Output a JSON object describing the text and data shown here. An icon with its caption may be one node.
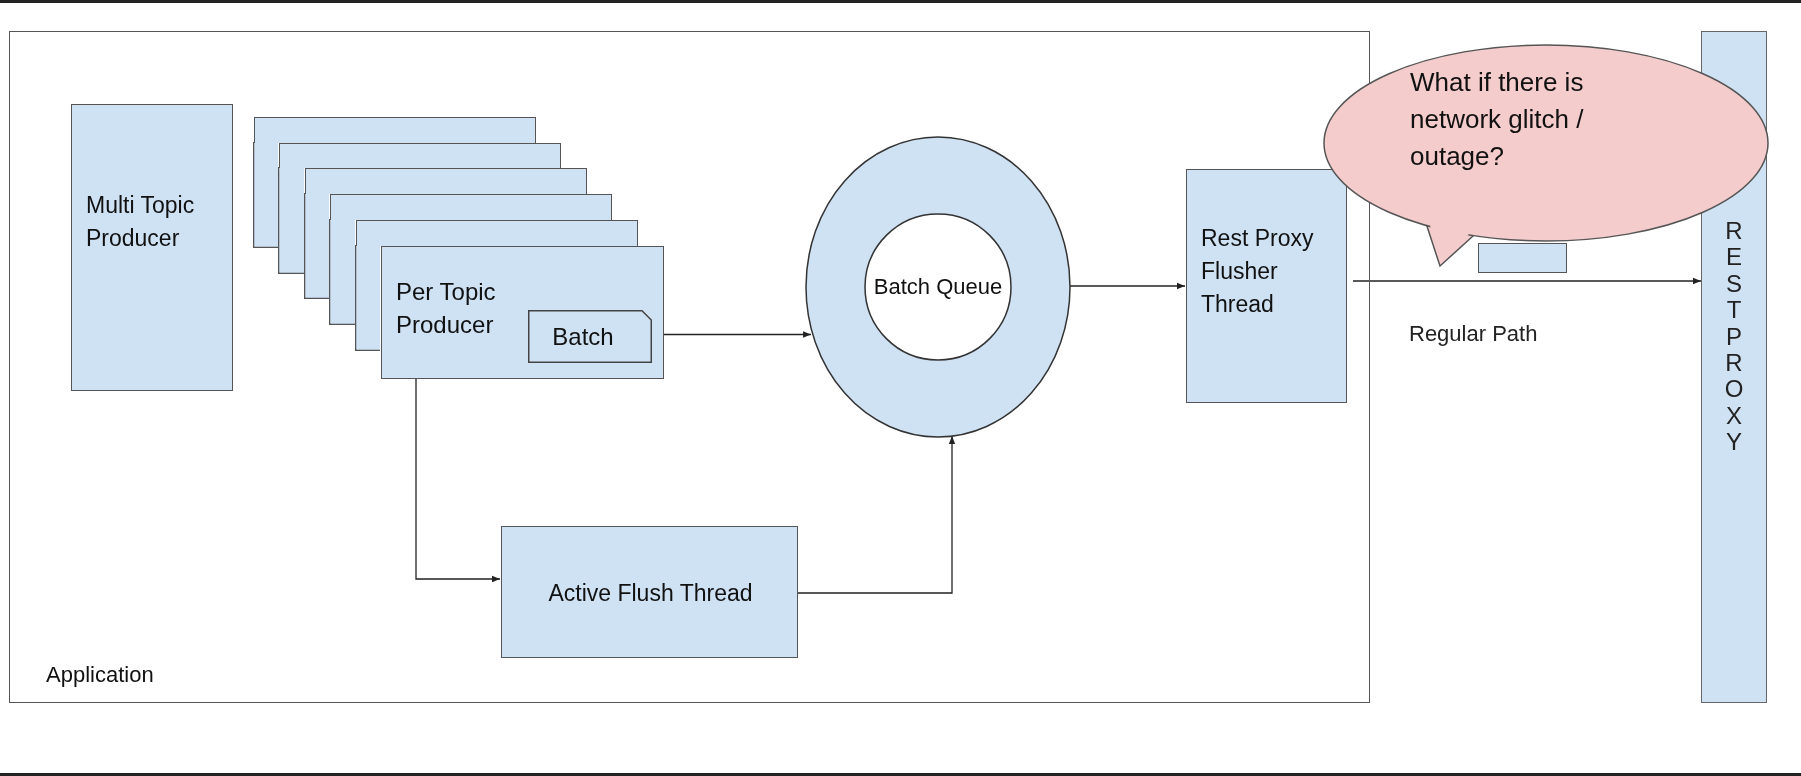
{
  "diagram": {
    "nodes": [
      {
        "text": [
          "Application"
        ]
      },
      {
        "text": [
          "Multi Topic Producer"
        ],
        "in": 0
      },
      {
        "text": [],
        "shape": "box",
        "in": 0
      },
      {
        "text": [],
        "shape": "box",
        "in": 0
      },
      {
        "text": [],
        "shape": "box",
        "in": 0
      },
      {
        "text": [],
        "shape": "box",
        "in": 0
      },
      {
        "text": [],
        "shape": "box",
        "in": 0
      },
      {
        "text": [
          "Per Topic Producer"
        ],
        "in": 0
      },
      {
        "text": [
          "Batch"
        ],
        "in": 7
      },
      {
        "text": [
          "Batch Queue"
        ],
        "in": 0
      },
      {
        "text": [
          "Active Flush Thread"
        ],
        "in": 0
      },
      {
        "text": [
          "Rest Proxy Flusher Thread"
        ],
        "in": 0
      },
      {
        "text": [],
        "shape": "box"
      },
      {
        "text": [
          "What if there is network glitch / outage?"
        ]
      },
      {
        "text": [
          "RESTPROXY"
        ]
      }
    ],
    "edges": [
      {
        "from": 8,
        "to": 9,
        "arrow": "to"
      },
      {
        "from": 9,
        "to": 11,
        "arrow": "to"
      },
      {
        "from": 7,
        "to": 10,
        "arrow": "to"
      },
      {
        "from": 10,
        "to": 9,
        "arrow": "to"
      },
      {
        "from": 11,
        "to": 14,
        "arrow": "to",
        "label": "Regular Path"
      }
    ]
  }
}
